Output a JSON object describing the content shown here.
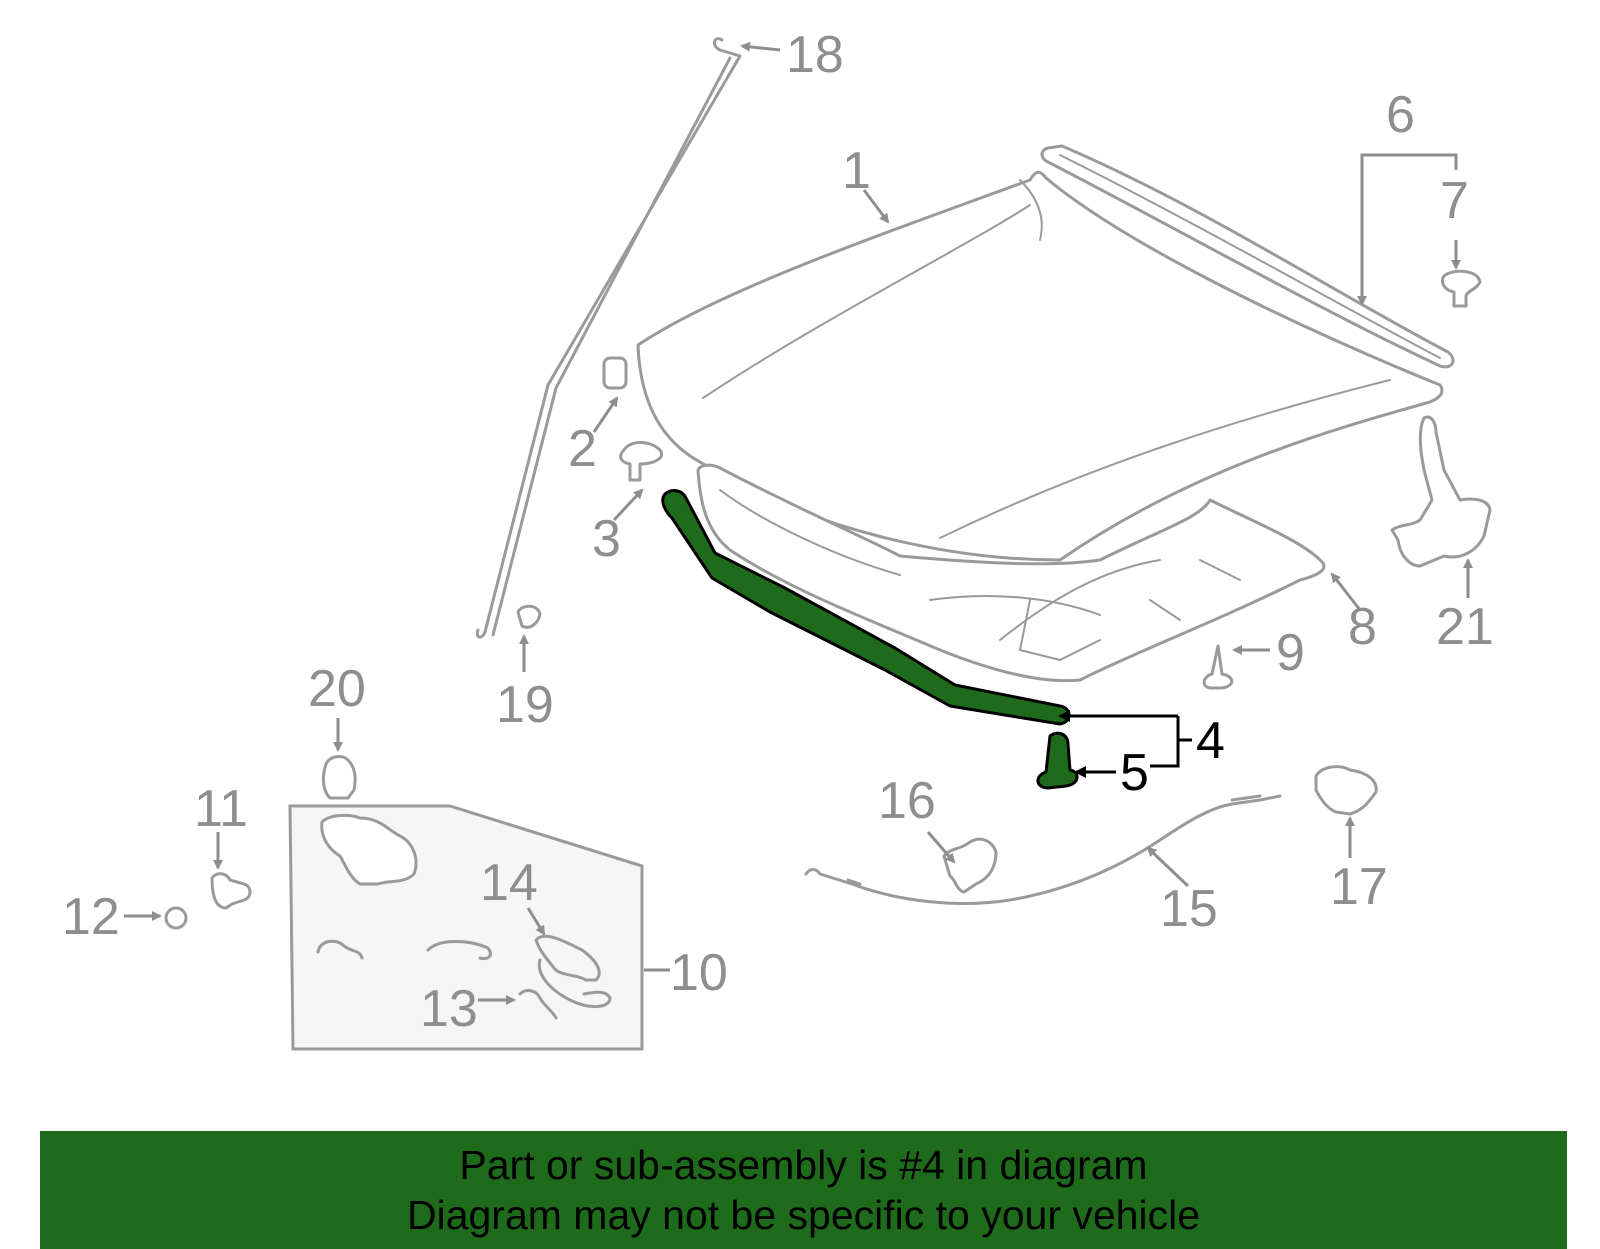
{
  "diagram": {
    "callouts": [
      "1",
      "2",
      "3",
      "4",
      "5",
      "6",
      "7",
      "8",
      "9",
      "10",
      "11",
      "12",
      "13",
      "14",
      "15",
      "16",
      "17",
      "18",
      "19",
      "20",
      "21"
    ],
    "highlighted_callout": "4",
    "colors": {
      "highlight": "#1f6b1c",
      "line": "#9a9a9a",
      "label": "#8e8e8e"
    }
  },
  "banner": {
    "line1": "Part or sub-assembly is #4 in diagram",
    "line2": "Diagram may not be specific to your vehicle"
  }
}
